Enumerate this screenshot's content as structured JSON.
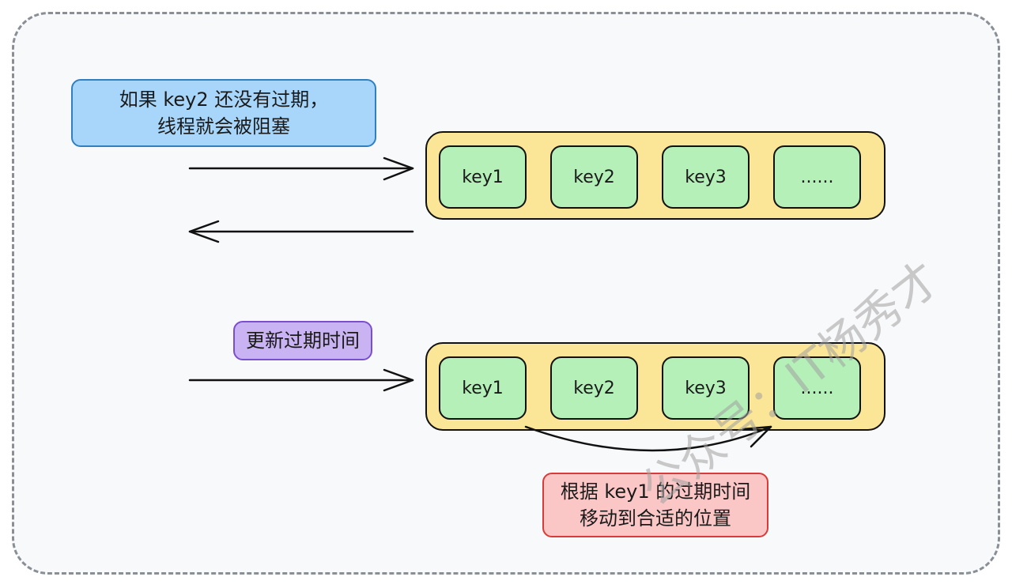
{
  "notes": {
    "blocked": "如果 key2 还没有过期，\n线程就会被阻塞",
    "update": "更新过期时间",
    "move": "根据 key1 的过期时间\n移动到合适的位置"
  },
  "top_queue": {
    "keys": [
      "key1",
      "key2",
      "key3",
      "......"
    ]
  },
  "bottom_queue": {
    "keys": [
      "key1",
      "key2",
      "key3",
      "......"
    ]
  },
  "watermark": "公众号：IT杨秀才",
  "colors": {
    "note_blocked": "#a8d6fa",
    "note_update": "#c9b3f2",
    "note_move": "#fbc6c6",
    "queue": "#fbe596",
    "key": "#b4f0b8",
    "frame": "#8a8f96"
  }
}
